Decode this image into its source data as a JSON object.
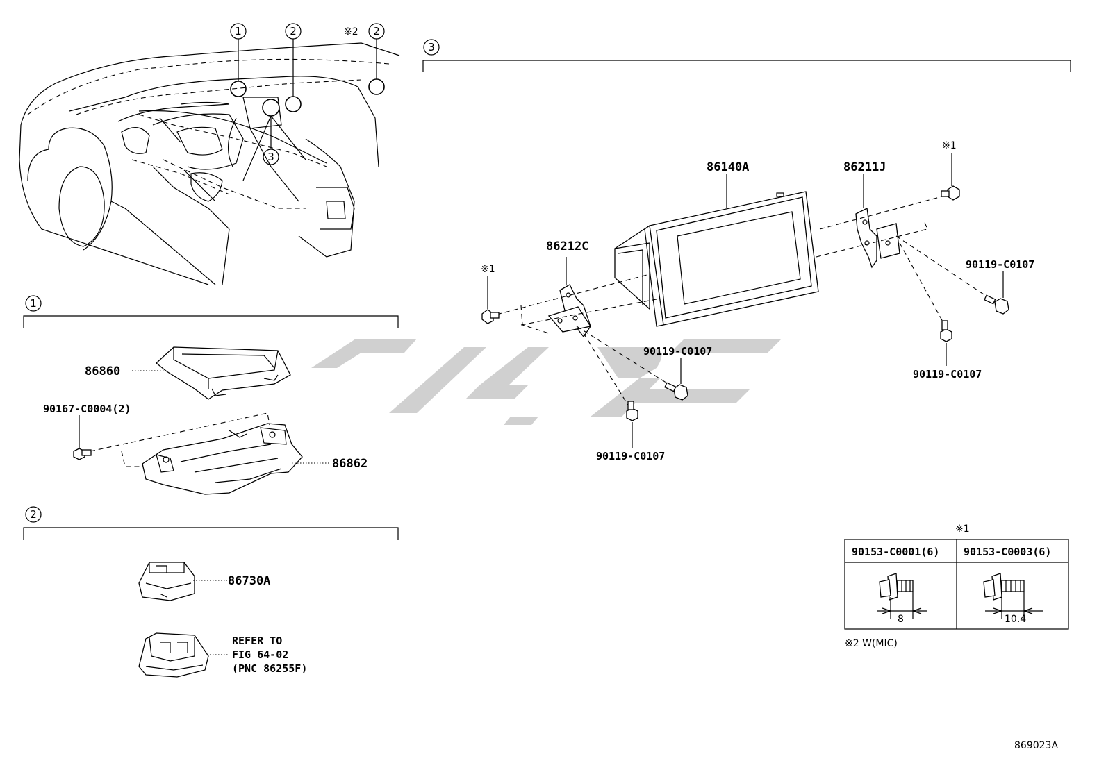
{
  "sections": {
    "s1": {
      "number": "1"
    },
    "s2": {
      "number": "2"
    },
    "s3": {
      "number": "3"
    }
  },
  "overview": {
    "callouts": [
      "1",
      "2",
      "2",
      "3"
    ],
    "note_mark": "※2"
  },
  "section1": {
    "parts": [
      "86860",
      "86862",
      "90167-C0004(2)"
    ]
  },
  "section2": {
    "parts": [
      "86730A"
    ],
    "refer": [
      "REFER TO",
      "FIG 64-02",
      "(PNC 86255F)"
    ]
  },
  "section3": {
    "parts": [
      "86140A",
      "86211J",
      "86212C",
      "90119-C0107",
      "90119-C0107",
      "90119-C0107",
      "90119-C0107"
    ],
    "note_marks": [
      "※1",
      "※1"
    ]
  },
  "legend_table": {
    "note_mark": "※1",
    "headers": [
      "90153-C0001(6)",
      "90153-C0003(6)"
    ],
    "dims": [
      "8",
      "10.4"
    ],
    "footnote": "※2 W(MIC)"
  },
  "figure_id": "869023A",
  "colors": {
    "watermark": "#c8c8c8",
    "ink": "#000000"
  }
}
